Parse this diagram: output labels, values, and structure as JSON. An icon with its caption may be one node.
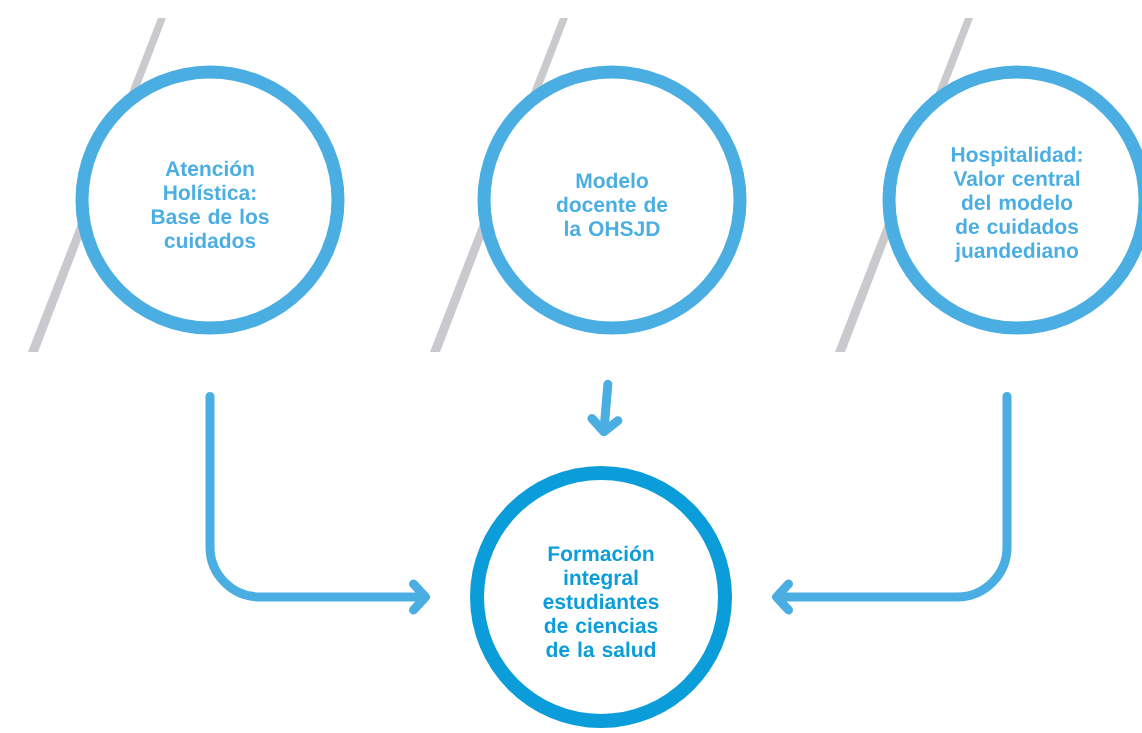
{
  "diagram": {
    "nodes": [
      {
        "text": [
          "Atención Holística: Base de los cuidados"
        ]
      },
      {
        "text": [
          "Modelo docente de la OHSJD"
        ]
      },
      {
        "text": [
          "Hospitalidad: Valor central del modelo de cuidados juandediano"
        ]
      },
      {
        "text": [
          "Formación integral estudiantes de ciencias de la salud"
        ]
      }
    ],
    "edges": [
      {
        "from": 0,
        "to": 3,
        "arrow": "to"
      },
      {
        "from": 1,
        "to": 3,
        "arrow": "to"
      },
      {
        "from": 2,
        "to": 3,
        "arrow": "to"
      }
    ]
  }
}
